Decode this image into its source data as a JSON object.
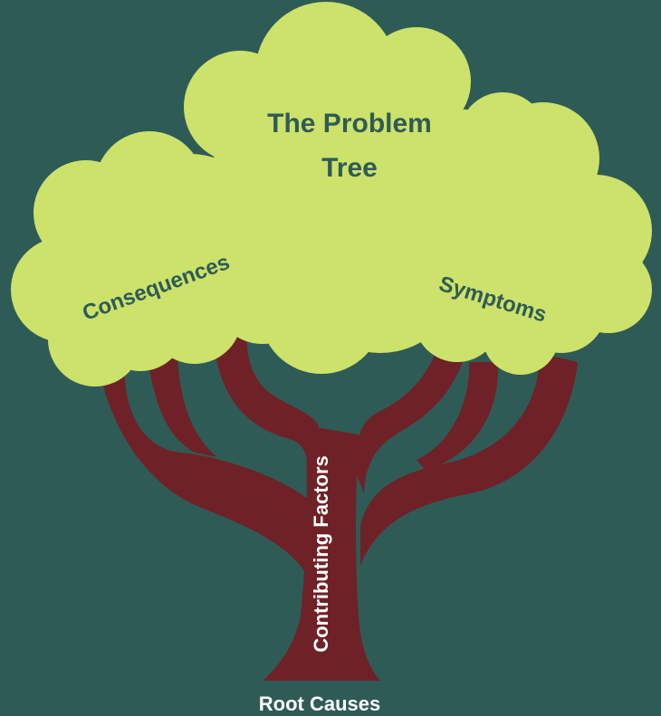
{
  "colors": {
    "background": "#2f5b56",
    "canopy": "#cce26a",
    "trunk": "#6e2227",
    "canopy_text": "#2f5b56",
    "trunk_text": "#ffffff"
  },
  "diagram": {
    "title_line1": "The Problem",
    "title_line2": "Tree",
    "label_left": "Consequences",
    "label_right": "Symptoms",
    "label_trunk": "Contributing Factors",
    "label_bottom": "Root Causes"
  }
}
